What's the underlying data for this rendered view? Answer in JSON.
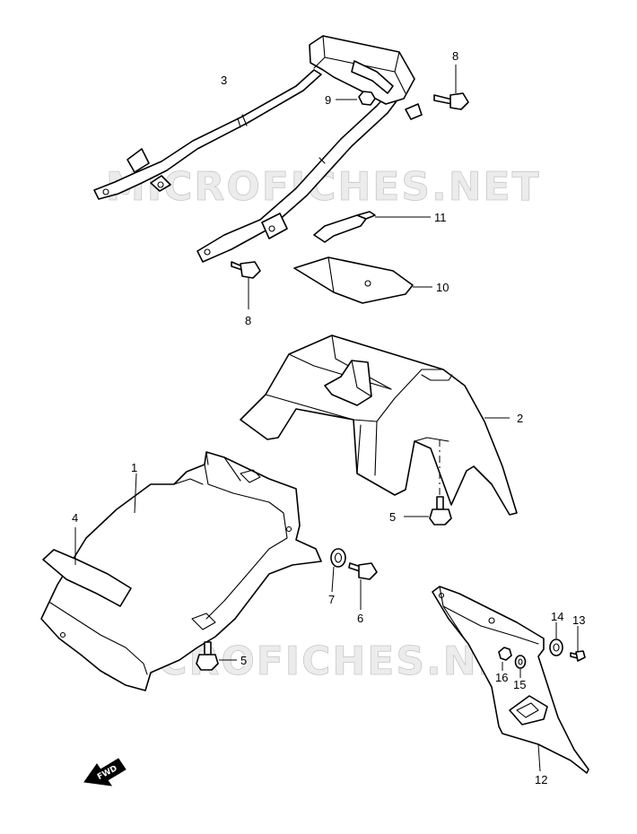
{
  "watermark": "MICROFICHES.NET",
  "direction_badge": "FWD",
  "callouts": {
    "c1": "1",
    "c2": "2",
    "c3": "3",
    "c4": "4",
    "c5a": "5",
    "c5b": "5",
    "c6": "6",
    "c7": "7",
    "c8a": "8",
    "c8b": "8",
    "c9": "9",
    "c10": "10",
    "c11": "11",
    "c12": "12",
    "c13": "13",
    "c14": "14",
    "c15": "15",
    "c16": "16"
  }
}
